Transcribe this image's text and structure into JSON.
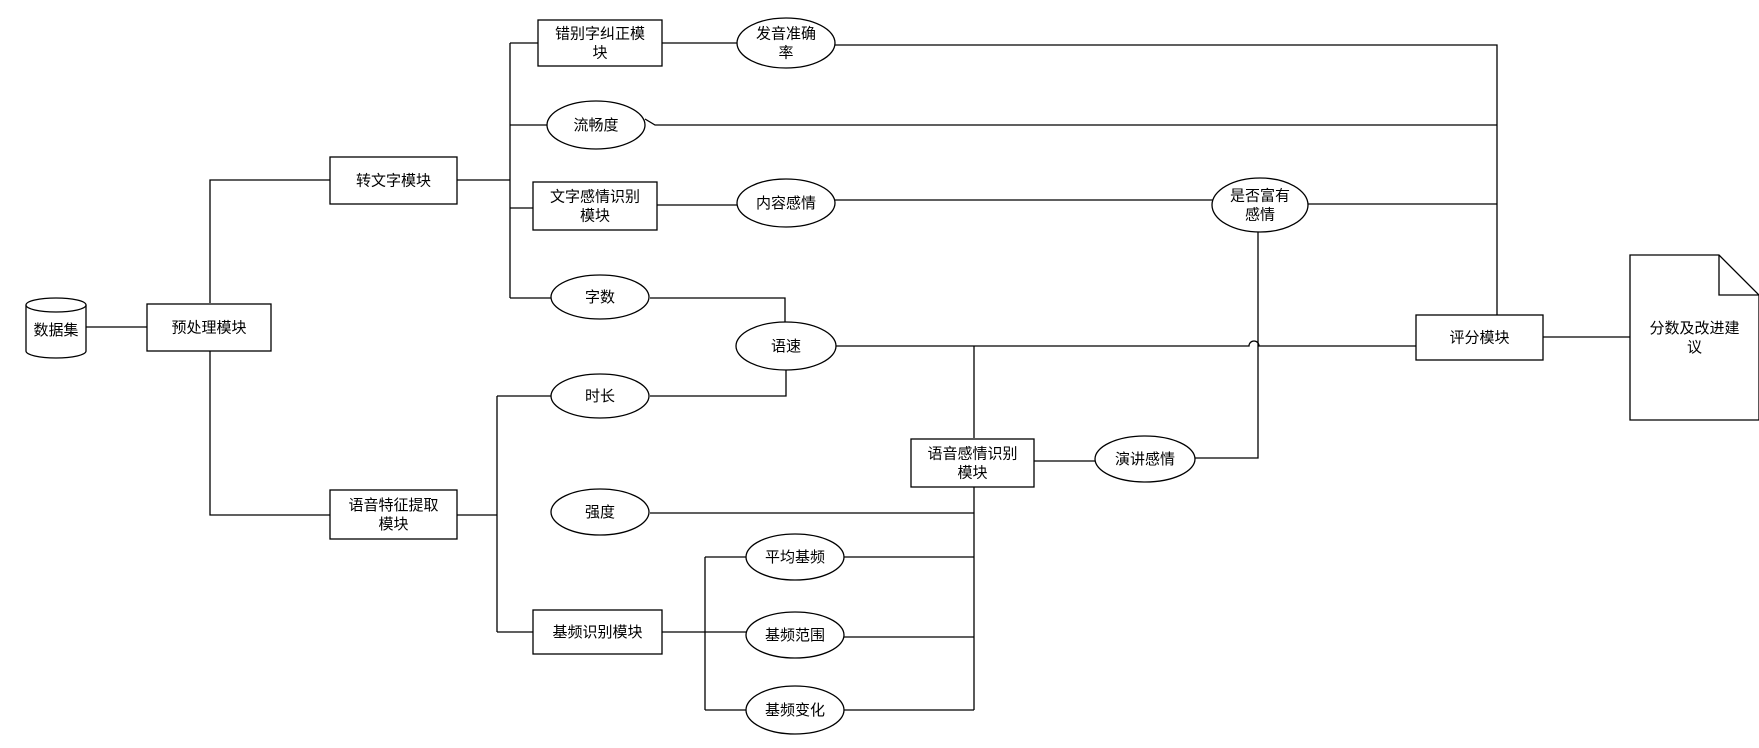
{
  "nodes": {
    "dataset": [
      "数据集"
    ],
    "preprocess": [
      "预处理模块"
    ],
    "to_text": [
      "转文字模块"
    ],
    "speech_feature": [
      "语音特征提取",
      "模块"
    ],
    "typo_correct": [
      "错别字纠正模",
      "块"
    ],
    "pronunciation_accuracy": [
      "发音准确",
      "率"
    ],
    "fluency": [
      "流畅度"
    ],
    "text_emotion": [
      "文字感情识别",
      "模块"
    ],
    "content_emotion": [
      "内容感情"
    ],
    "word_count": [
      "字数"
    ],
    "speech_rate": [
      "语速"
    ],
    "duration": [
      "时长"
    ],
    "intensity": [
      "强度"
    ],
    "speech_emotion": [
      "语音感情识别",
      "模块"
    ],
    "speech_emotion_out": [
      "演讲感情"
    ],
    "emotional": [
      "是否富有",
      "感情"
    ],
    "scoring": [
      "评分模块"
    ],
    "result": [
      "分数及改进建",
      "议"
    ],
    "pitch_module": [
      "基频识别模块"
    ],
    "avg_pitch": [
      "平均基频"
    ],
    "pitch_range": [
      "基频范围"
    ],
    "pitch_change": [
      "基频变化"
    ]
  }
}
